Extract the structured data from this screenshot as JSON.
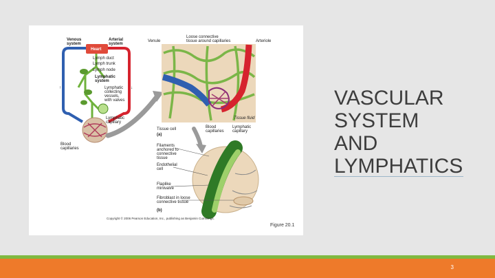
{
  "slide": {
    "title_lines": [
      "VASCULAR",
      "SYSTEM",
      "AND",
      "LYMPHATICS"
    ],
    "page_number": "3"
  },
  "figure": {
    "labels": {
      "venous_system": [
        "Venous",
        "system"
      ],
      "arterial_system": [
        "Arterial",
        "system"
      ],
      "heart": "Heart",
      "lymph_duct": "Lymph duct",
      "lymph_trunk": "Lymph trunk",
      "lymph_node": "Lymph node",
      "lymphatic_system": [
        "Lymphatic",
        "system"
      ],
      "collecting_vessels": [
        "Lymphatic",
        "collecting",
        "vessels,",
        "with valves"
      ],
      "lymphatic_capillary_left": [
        "Lymphatic",
        "capillary"
      ],
      "blood_capillaries_left": [
        "Blood",
        "capillaries"
      ],
      "venule": "Venule",
      "loose_connective": [
        "Loose connective",
        "tissue around capillaries"
      ],
      "arteriole": "Arteriole",
      "tissue_fluid": "Tissue fluid",
      "tissue_cell": "Tissue cell",
      "part_a": "(a)",
      "blood_capillaries_center": [
        "Blood",
        "capillaries"
      ],
      "lymphatic_capillary_center": [
        "Lymphatic",
        "capillary"
      ],
      "filaments": [
        "Filaments",
        "anchored to",
        "connective",
        "tissue"
      ],
      "endothelial": [
        "Endothelial",
        "cell"
      ],
      "flaplike": [
        "Flaplike",
        "minivalve"
      ],
      "fibroblast": [
        "Fibroblast in loose",
        "connective tissue"
      ],
      "part_b": "(b)",
      "copyright": "Copyright © 2006 Pearson Education, Inc., publishing as Benjamin Cummings.",
      "figure_number": "Figure 20.1"
    }
  },
  "colors": {
    "background": "#e6e6e6",
    "accent_green": "#80b940",
    "accent_orange": "#ee7a2a",
    "vein_blue": "#2f5fb0",
    "artery_red": "#d6232e",
    "lymph_green": "#6fb23c"
  }
}
